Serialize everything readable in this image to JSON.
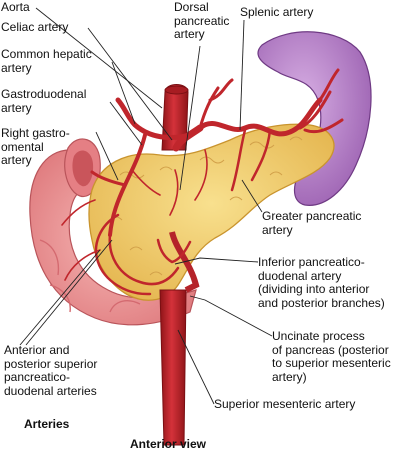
{
  "diagram": {
    "labels": {
      "aorta": "Aorta",
      "celiac_artery": "Celiac artery",
      "common_hepatic_artery": "Common hepatic\nartery",
      "gastroduodenal_artery": "Gastroduodenal\nartery",
      "right_gastroomental_artery": "Right gastro-\nomental\nartery",
      "dorsal_pancreatic_artery": "Dorsal\npancreatic\nartery",
      "splenic_artery": "Splenic artery",
      "greater_pancreatic_artery": "Greater pancreatic\nartery",
      "inferior_pancreaticoduodenal_artery": "Inferior pancreatico-\nduodenal artery\n(dividing into anterior\nand posterior branches)",
      "uncinate_process": "Uncinate process\nof pancreas (posterior\nto superior mesenteric\nartery)",
      "superior_mesenteric_artery": "Superior mesenteric artery",
      "anterior_posterior_superior": "Anterior and\nposterior superior\npancreatico-\nduodenal arteries"
    },
    "heading": "Arteries",
    "caption": "Anterior view",
    "colors": {
      "artery": "#c8242a",
      "artery_dark": "#8e1418",
      "pancreas": "#f2cf6a",
      "pancreas_edge": "#c9942e",
      "spleen": "#b27bc4",
      "duodenum": "#ee9a9a",
      "duodenum_inner": "#d8686c",
      "leader": "#222222"
    }
  }
}
